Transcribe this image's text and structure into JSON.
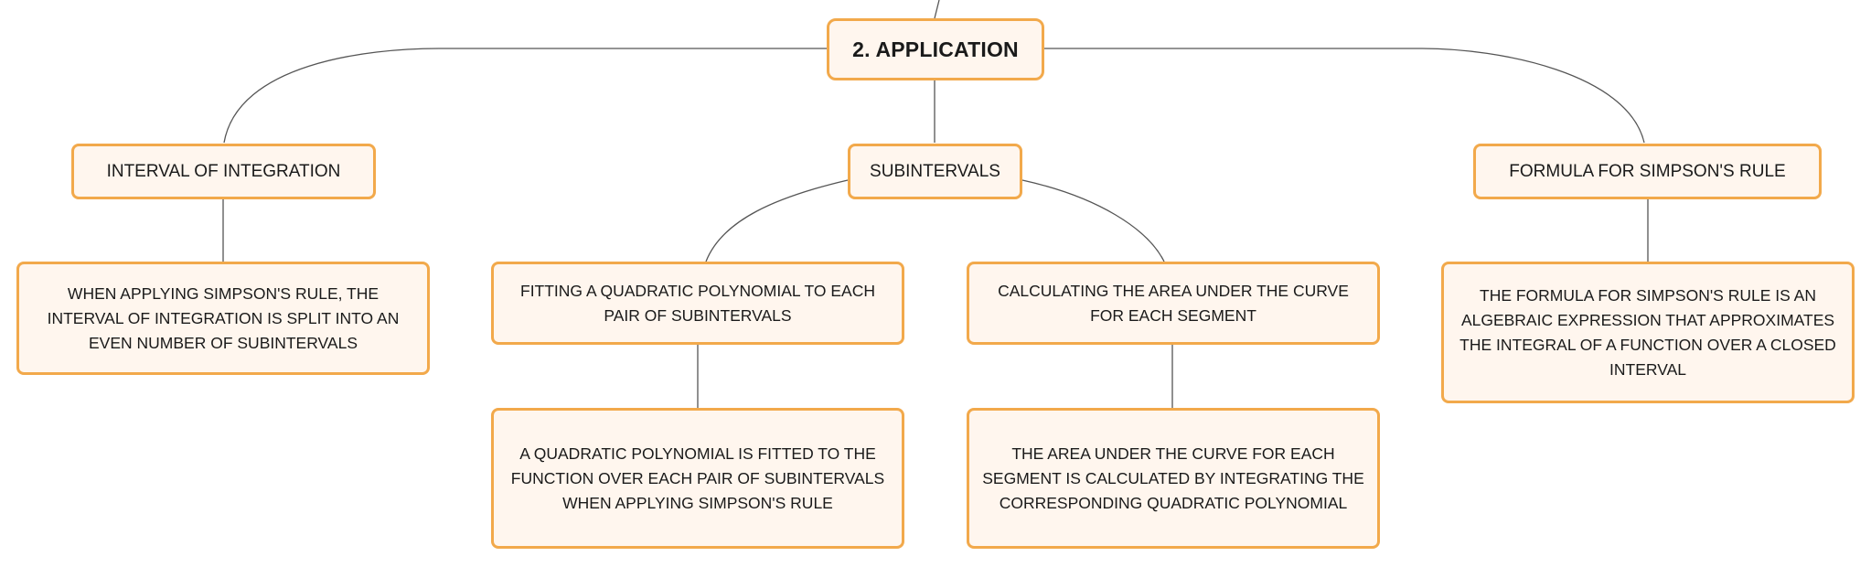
{
  "diagram": {
    "root": {
      "label": "2. APPLICATION"
    },
    "branches": {
      "interval": {
        "label": "INTERVAL OF INTEGRATION",
        "detail": "WHEN APPLYING SIMPSON'S RULE, THE INTERVAL OF INTEGRATION IS SPLIT INTO AN EVEN NUMBER OF SUBINTERVALS"
      },
      "subintervals": {
        "label": "SUBINTERVALS",
        "children": {
          "fitting": {
            "label": "FITTING A QUADRATIC POLYNOMIAL TO EACH PAIR OF SUBINTERVALS",
            "detail": "A QUADRATIC POLYNOMIAL IS FITTED TO THE FUNCTION OVER EACH PAIR OF SUBINTERVALS WHEN APPLYING SIMPSON'S RULE"
          },
          "area": {
            "label": "CALCULATING THE AREA UNDER THE CURVE FOR EACH SEGMENT",
            "detail": "THE AREA UNDER THE CURVE FOR EACH SEGMENT IS CALCULATED BY INTEGRATING THE CORRESPONDING QUADRATIC POLYNOMIAL"
          }
        }
      },
      "formula": {
        "label": "FORMULA FOR SIMPSON'S RULE",
        "detail": "THE FORMULA FOR SIMPSON'S RULE IS AN ALGEBRAIC EXPRESSION THAT APPROXIMATES THE INTEGRAL OF A FUNCTION OVER A CLOSED INTERVAL"
      }
    }
  }
}
